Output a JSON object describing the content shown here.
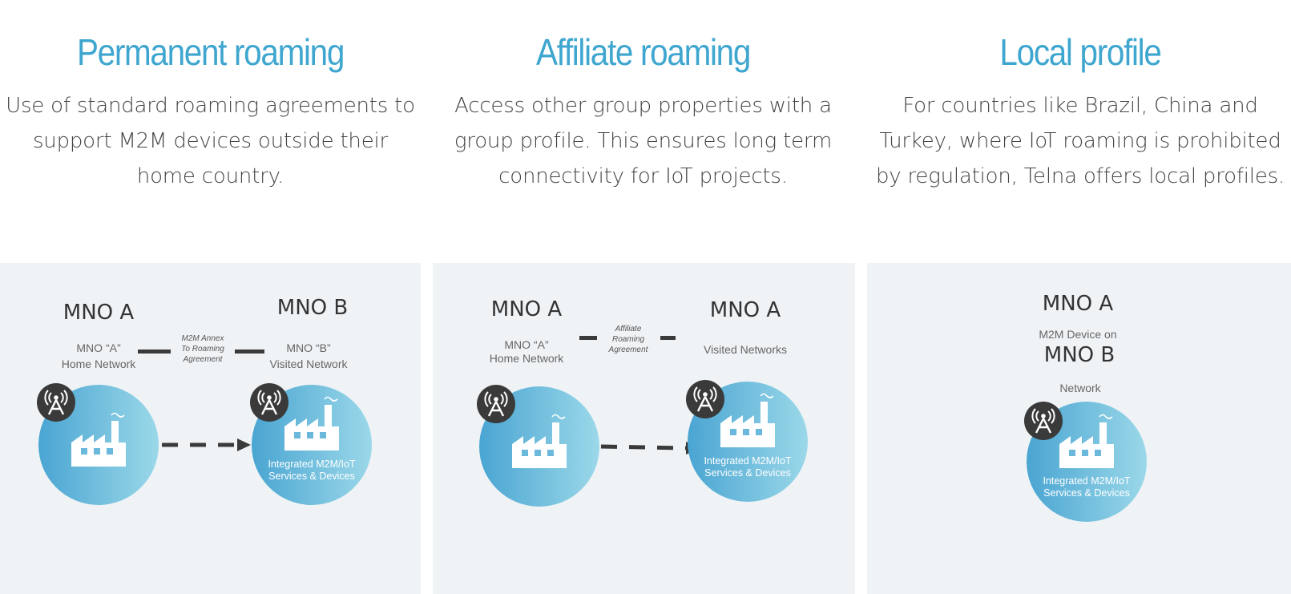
{
  "columns": [
    {
      "title": "Permanent roaming",
      "desc": [
        "Use of standard roaming agreements to",
        "support M2M devices outside their",
        "home country."
      ],
      "diagram": {
        "left_mno": "MNO A",
        "left_sub": [
          "MNO “A”",
          "Home Network"
        ],
        "right_mno": "MNO B",
        "right_sub": [
          "MNO “B”",
          "Visited Network"
        ],
        "agreement": [
          "M2M Annex",
          "To Roaming",
          "Agreement"
        ],
        "circle_text": [
          "Integrated M2M/IoT",
          "Services & Devices"
        ]
      }
    },
    {
      "title": "Affiliate roaming",
      "desc": [
        "Access other group properties with a",
        "group profile. This ensures long term",
        "connectivity for IoT projects."
      ],
      "diagram": {
        "left_mno": "MNO A",
        "left_sub": [
          "MNO “A”",
          "Home Network"
        ],
        "right_mno": "MNO A",
        "right_sub": [
          "Visited Networks"
        ],
        "agreement": [
          "Affiliate",
          "Roaming",
          "Agreement"
        ],
        "circle_text": [
          "Integrated M2M/IoT",
          "Services & Devices"
        ]
      }
    },
    {
      "title": "Local profile",
      "desc": [
        "For countries like Brazil, China and",
        "Turkey, where IoT roaming is prohibited",
        "by regulation, Telna offers local profiles."
      ],
      "diagram": {
        "top_mno": "MNO A",
        "top_sub": "M2M Device on",
        "mid_mno": "MNO B",
        "mid_sub": "Network",
        "circle_text": [
          "Integrated M2M/IoT",
          "Services & Devices"
        ]
      }
    }
  ],
  "colors": {
    "title": "#3ea6cf",
    "panel_bg": "#eff3f6",
    "circle_dark": "#4aa5d2",
    "circle_light": "#9bd8e9",
    "badge": "#3a3a3a"
  },
  "icons": [
    "antenna-tower-icon",
    "factory-icon",
    "dashed-arrow-icon"
  ]
}
